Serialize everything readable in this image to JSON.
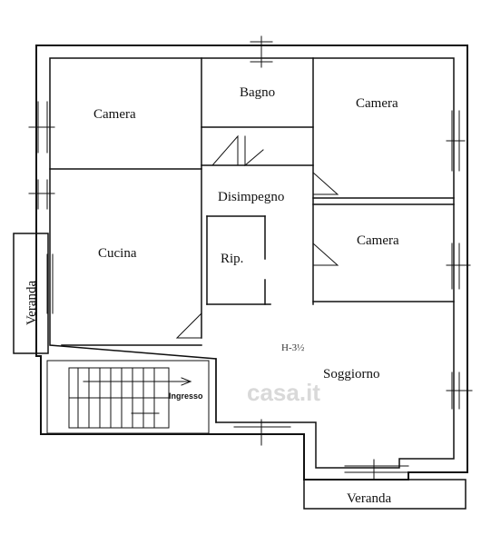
{
  "plan": {
    "rooms": [
      {
        "key": "camera_nw",
        "label": "Camera"
      },
      {
        "key": "bagno",
        "label": "Bagno"
      },
      {
        "key": "camera_ne",
        "label": "Camera"
      },
      {
        "key": "disimpegno",
        "label": "Disimpegno"
      },
      {
        "key": "cucina",
        "label": "Cucina"
      },
      {
        "key": "rip",
        "label": "Rip."
      },
      {
        "key": "camera_e",
        "label": "Camera"
      },
      {
        "key": "soggiorno",
        "label": "Soggiorno"
      },
      {
        "key": "ingresso",
        "label": "Ingresso"
      },
      {
        "key": "veranda_w",
        "label": "Veranda"
      },
      {
        "key": "veranda_s",
        "label": "Veranda"
      }
    ],
    "handwritten_note": "H-3½",
    "watermark": "casa.it"
  }
}
